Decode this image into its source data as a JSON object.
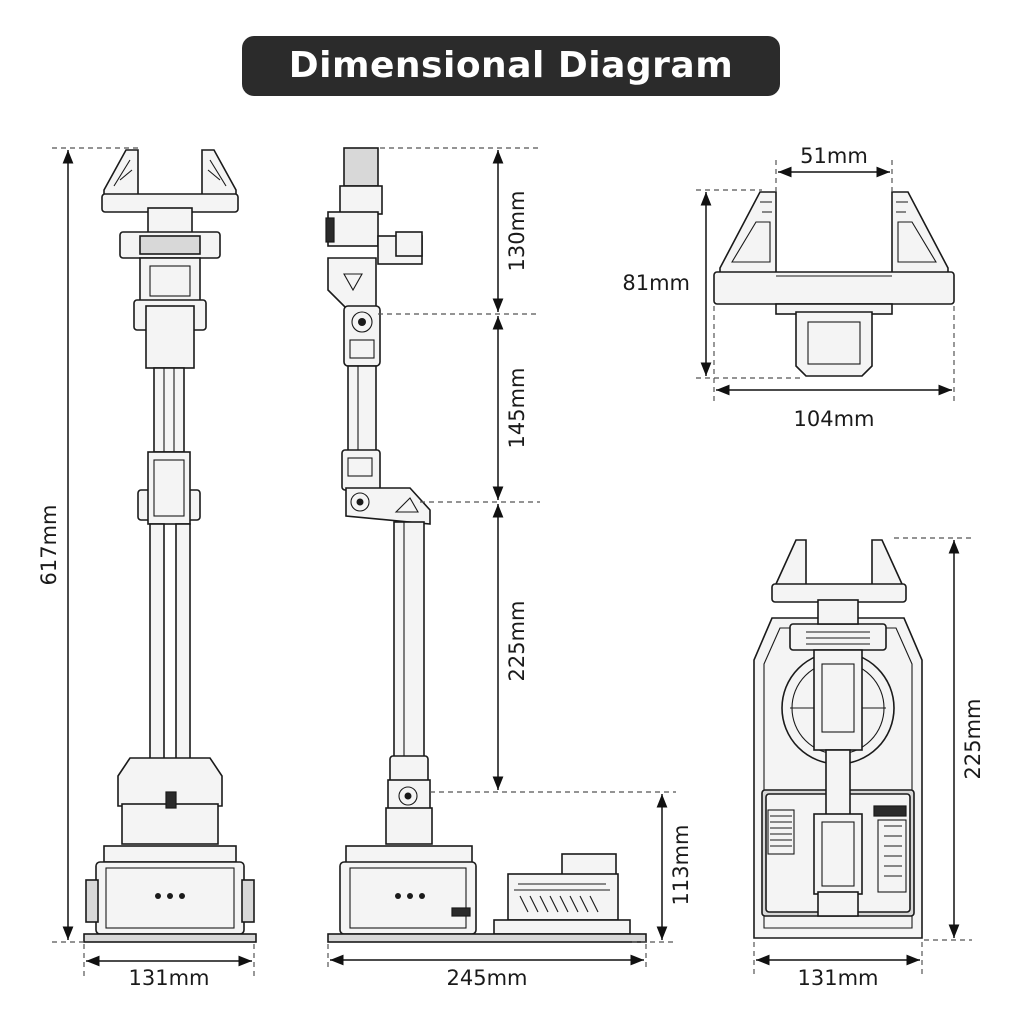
{
  "title": "Dimensional Diagram",
  "dimensions": {
    "front_height": "617mm",
    "front_width": "131mm",
    "side_seg_1": "130mm",
    "side_seg_2": "145mm",
    "side_seg_3": "225mm",
    "side_base_height": "113mm",
    "side_width": "245mm",
    "gripper_opening": "51mm",
    "gripper_height": "81mm",
    "gripper_width": "104mm",
    "folded_height": "225mm",
    "folded_width": "131mm"
  }
}
